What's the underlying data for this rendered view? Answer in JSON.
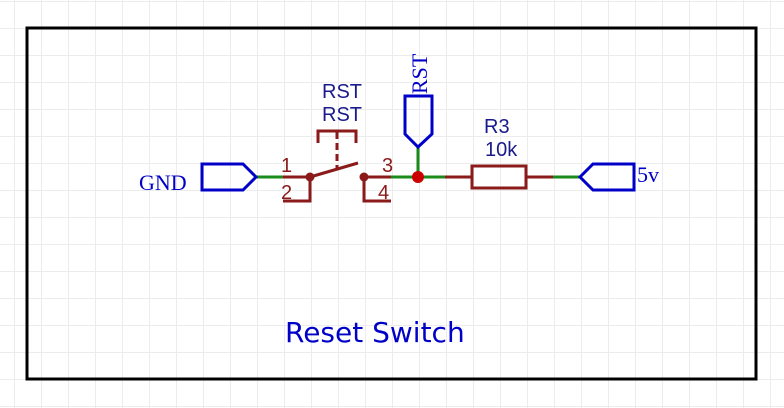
{
  "sheet": {
    "title": "Reset Switch"
  },
  "components": {
    "switch": {
      "designator": "RST",
      "value": "RST",
      "pins": [
        "1",
        "2",
        "3",
        "4"
      ]
    },
    "resistor": {
      "designator": "R3",
      "value": "10k"
    }
  },
  "net_labels": {
    "gnd": "GND",
    "rst": "RST",
    "vcc": "5v"
  },
  "colors": {
    "wire": "#1a8a1a",
    "component": "#8b1a1a",
    "net_flag": "#0000c8",
    "junction": "#cc0000",
    "frame": "#000000"
  }
}
